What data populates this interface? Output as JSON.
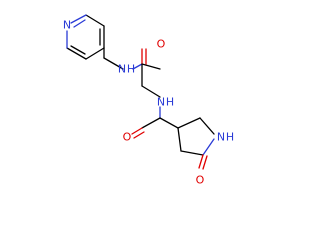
{
  "molecule": {
    "atoms": {
      "n_pyridine": {
        "label": "N",
        "element": "N"
      },
      "n_amide1": {
        "label": "N",
        "element": "N"
      },
      "h_amide1": {
        "label": "H",
        "element": "H"
      },
      "o_amide1": {
        "label": "O",
        "element": "O"
      },
      "n_amide2": {
        "label": "N",
        "element": "N"
      },
      "h_amide2": {
        "label": "H",
        "element": "H"
      },
      "o_amide2": {
        "label": "O",
        "element": "O"
      },
      "n_lactam": {
        "label": "N",
        "element": "N"
      },
      "h_lactam": {
        "label": "H",
        "element": "H"
      },
      "o_lactam": {
        "label": "O",
        "element": "O"
      }
    },
    "colors": {
      "carbon_bond": "#000000",
      "nitrogen": "#2a3bd6",
      "oxygen": "#e00000",
      "background": "#ffffff"
    }
  }
}
